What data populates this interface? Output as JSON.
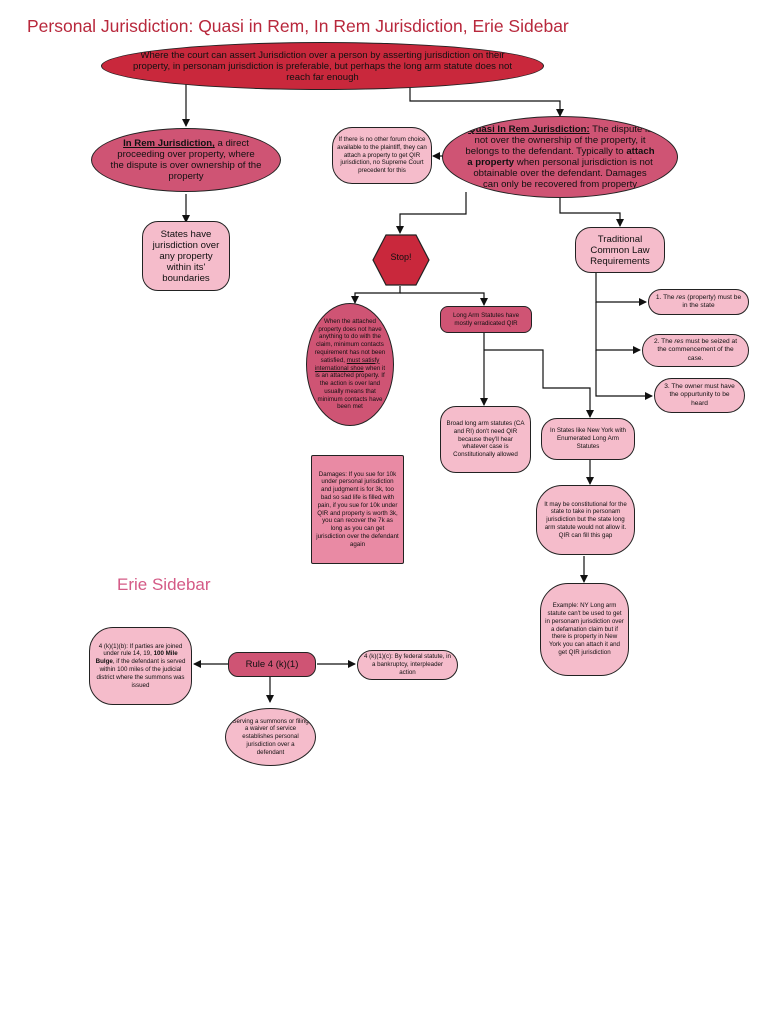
{
  "title": "Personal Jurisdiction: Quasi in Rem, In Rem Jurisdiction, Erie Sidebar",
  "erie_heading": "Erie Sidebar",
  "top": "Where the court can assert Jurisdiction over a person by asserting jurisdiction on their property, in personam jurisdiction is preferable, but perhaps the long arm statute does not reach far enough",
  "in_rem": {
    "label": "In Rem Jurisdiction,",
    "text": " a direct proceeding over property, where the dispute is over ownership of the property"
  },
  "states_have": "States have jurisdiction over any property within its' boundaries",
  "no_forum": "If there is no other forum choice available to the plaintiff, they can attach a property to get QIR jurisdiction, no Supreme Court precedent for this",
  "qir": {
    "label": "Quasi In Rem Jurisdiction:",
    "text1": " The dispute is not over the ownership of the property, it belongs to the defendant. Typically to ",
    "bold": "attach a property",
    "text2": " when personal jurisdiction is not obtainable over the defendant. Damages can only be recovered from property"
  },
  "stop": "Stop!",
  "traditional": "Traditional Common Law Requirements",
  "req1": {
    "pre": "1. The ",
    "em": "res",
    "post": " (property) must be in the state"
  },
  "req2": {
    "pre": "2. The ",
    "em": "res",
    "post": " must be seized at the commencement of the case."
  },
  "req3": "3. The owner must have the oppurtunity to be heard",
  "attached": {
    "pre": "When the attached property does not have anything to do with the claim, minimum contacts requirement has not been satisfied, ",
    "u": "must satisfy international shoe",
    "post": " when it is an attached property. If the action is over land usually means that minimum contacts have been met"
  },
  "long_arm": "Long Arm Statutes have mostly erradicated QIR",
  "broad": "Broad long arm statutes (CA and RI) don't need QIR because they'll hear whatever case is Constitutionally allowed",
  "ny_states": "In States like New York with Enumerated Long Arm Statutes",
  "constitutional": "It may be constitutional for the state to take in personam jurisdiction but the state long arm statute would not allow it. QIR can fill this gap",
  "example": "Example: NY Long arm statute can't be used to get in personam jurisdiction over a defamation claim but if there is property in New York you can attach it and get QIR jurisdiction",
  "damages": "Damages: If you sue for 10k under personal jurisdiction and judgment is for 3k, too bad so sad life is filled with pain, if you sue for 10k under QIR and property is worth 3k, you can recover the 7k as long as you can get jurisdiction over the defendant again",
  "rule": "Rule 4 (k)(1)",
  "rule_b": {
    "pre": "4 (k)(1)(b): If parties are joined under rule 14, 19, ",
    "bold": "100 Mile Bulge",
    "post": ", if the defendant is served within 100 miles of the judicial district where the summons was issued"
  },
  "rule_c": "4 (k)(1)(c): By federal statute, in a bankruptcy, interpleader action",
  "serving": "Serving a summons or filing a waiver of service establishes personal jurisdiction over a defendant",
  "colors": {
    "title": "#b8283c",
    "erie": "#d45a86",
    "red": "#c9283c",
    "dark": "#cf5474",
    "light": "#f5bccb"
  }
}
